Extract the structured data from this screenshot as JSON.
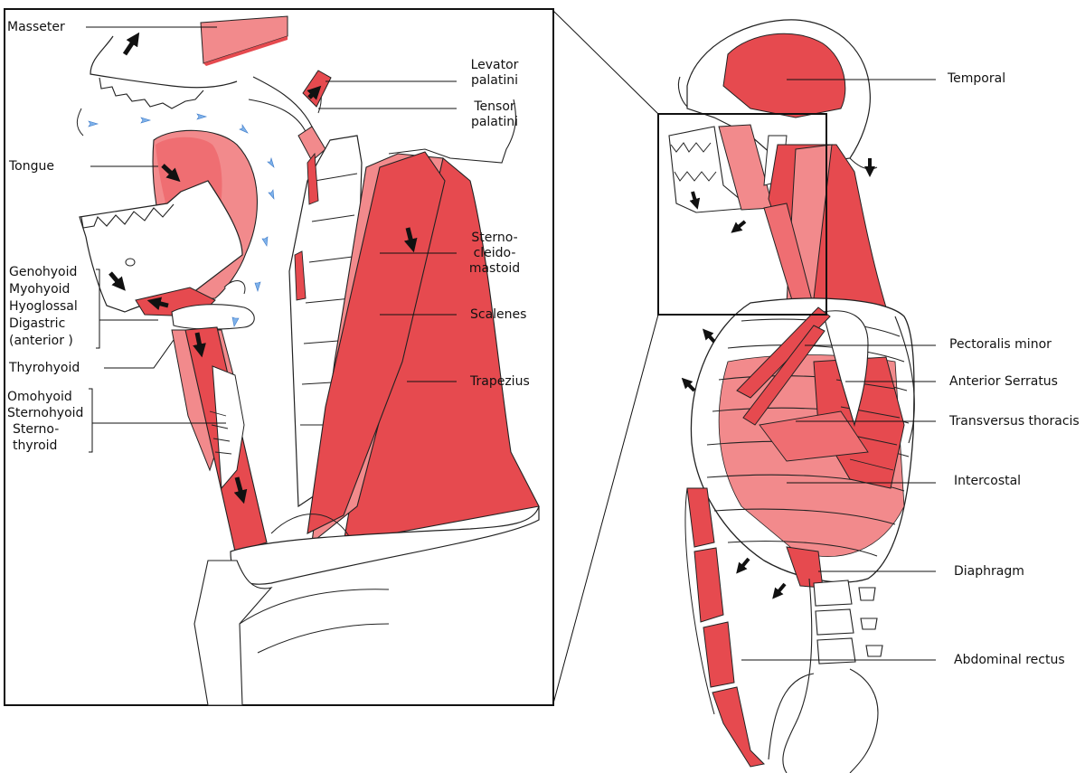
{
  "colors": {
    "muscle_dark": "#e64a4f",
    "muscle_light": "#f28a8c",
    "muscle_mid": "#ef6e72",
    "outline": "#222222",
    "airflow_arrow": "#7fb2ea"
  },
  "labels": {
    "masseter": "Masseter",
    "levator_1": "Levator",
    "levator_2": "palatini",
    "tensor_1": "Tensor",
    "tensor_2": "palatini",
    "tongue": "Tongue",
    "scm_1": "Sterno-",
    "scm_2": "cleido-",
    "scm_3": "mastoid",
    "supra_1": "Genohyoid",
    "supra_2": "Myohyoid",
    "supra_3": "Hyoglossal",
    "supra_4": "Digastric",
    "supra_5": "(anterior )",
    "scalenes": "Scalenes",
    "thyrohyoid": "Thyrohyoid",
    "trapezius": "Trapezius",
    "infra_1": "Omohyoid",
    "infra_2": "Sternohyoid",
    "infra_3": "Sterno-",
    "infra_4": "thyroid",
    "temporal": "Temporal",
    "pectoralis_minor": "Pectoralis minor",
    "anterior_serratus": "Anterior Serratus",
    "transversus_thoracis": "Transversus thoracis",
    "intercostal": "Intercostal",
    "diaphragm": "Diaphragm",
    "abdominal_rectus": "Abdominal rectus"
  }
}
